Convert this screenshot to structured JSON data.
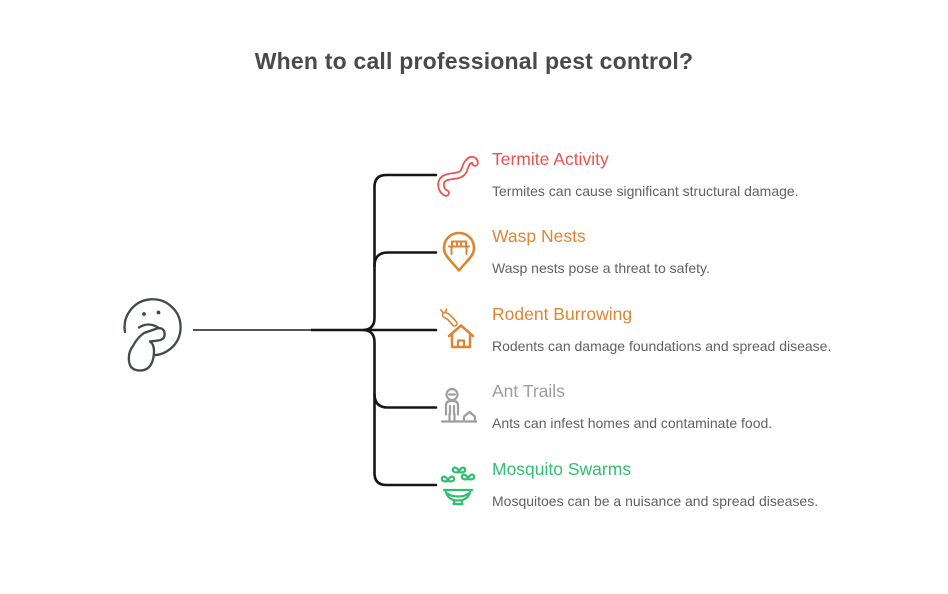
{
  "title": "When to call professional pest control?",
  "root": {
    "icon": "thinking-face-icon"
  },
  "colors": {
    "title_text": "#4a4a4a",
    "description_text": "#616161",
    "connector": "#161616",
    "root_line": "#555555",
    "face_stroke": "#43484c"
  },
  "items": [
    {
      "label": "Termite Activity",
      "description": "Termites can cause significant structural damage.",
      "color": "#e8534e",
      "icon": "termite-icon"
    },
    {
      "label": "Wasp Nests",
      "description": "Wasp nests pose a threat to safety.",
      "color": "#de8531",
      "icon": "wasp-nest-pin-icon"
    },
    {
      "label": "Rodent Burrowing",
      "description": "Rodents can damage foundations and spread disease.",
      "color": "#de8531",
      "icon": "rodent-house-icon"
    },
    {
      "label": "Ant Trails",
      "description": "Ants can infest homes and contaminate food.",
      "color": "#9e9e9e",
      "icon": "ant-person-icon"
    },
    {
      "label": "Mosquito Swarms",
      "description": "Mosquitoes can be a nuisance and spread diseases.",
      "color": "#2fbf71",
      "icon": "mosquito-bowl-icon"
    }
  ]
}
